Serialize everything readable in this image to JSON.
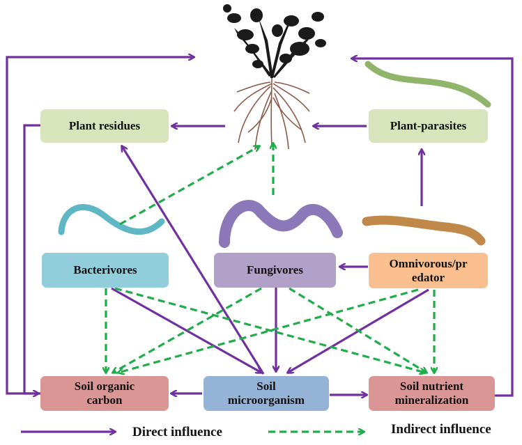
{
  "nodes": {
    "plant_residues": "Plant residues",
    "plant_parasites": "Plant-parasites",
    "bacterivores": "Bacterivores",
    "fungivores": "Fungivores",
    "omnivorous_predator": "Omnivorous/pr edator",
    "soil_organic_carbon": "Soil organic carbon",
    "soil_microorganism": "Soil microorganism",
    "soil_nutrient_mineralization": "Soil nutrient mineralization"
  },
  "legend": {
    "direct": "Direct influence",
    "indirect": "Indirect influence"
  },
  "colors": {
    "direct_arrow": "#7030a0",
    "indirect_arrow": "#1fad4a",
    "plant_residues_fill": "#d8e4bc",
    "plant_parasites_fill": "#d8e4bc",
    "bacterivores_fill": "#92cddc",
    "fungivores_fill": "#b1a0c7",
    "omnivorous_fill": "#fabf8f",
    "soil_organic_carbon_fill": "#da9694",
    "soil_microorganism_fill": "#95b3d7",
    "soil_nutrient_fill": "#da9694",
    "bacterivore_nematode": "#5fb6c4",
    "fungivore_nematode": "#8a78b8",
    "predator_nematode": "#c0894a",
    "parasite_nematode": "#8fb46a"
  },
  "icons": [
    "plant-icon",
    "bacterivore-nematode-icon",
    "fungivore-nematode-icon",
    "predator-nematode-icon",
    "plant-parasite-nematode-icon"
  ]
}
